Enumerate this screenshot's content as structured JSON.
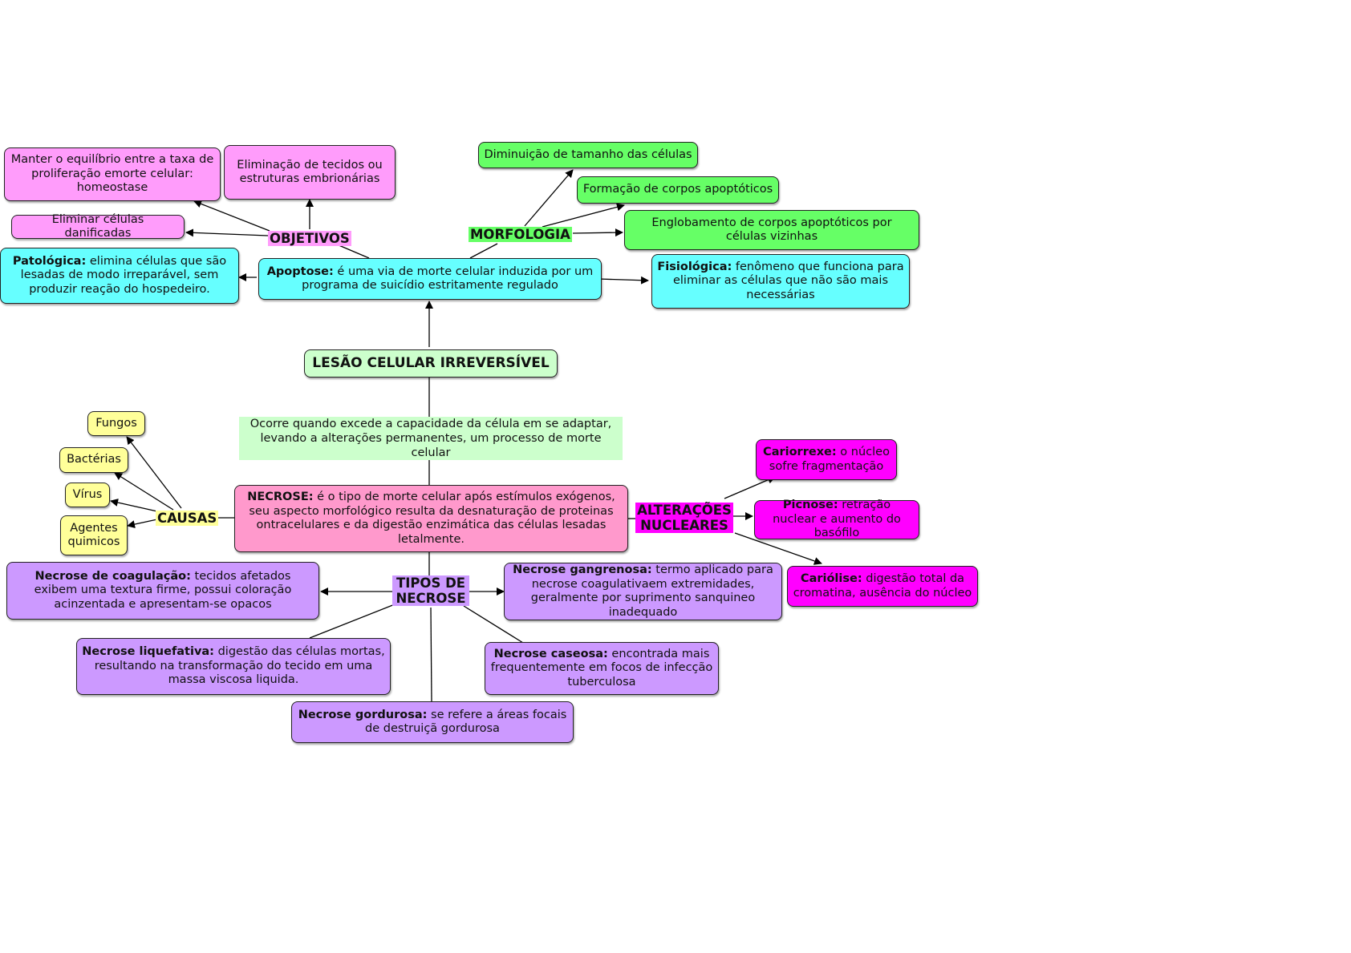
{
  "central": {
    "title": "LESÃO CELULAR IRREVERSÍVEL"
  },
  "link_text": "Ocorre quando excede a capacidade da célula em se adaptar, levando a alterações permanentes, um processo de morte celular",
  "apoptose": {
    "term": "Apoptose:",
    "desc": "é uma via de morte celular induzida por um programa de suicídio estritamente regulado",
    "patologica": {
      "term": "Patológica:",
      "desc": "elimina células que são lesadas de modo irreparável, sem produzir reação do hospedeiro."
    },
    "fisiologica": {
      "term": "Fisiológica:",
      "desc": "fenômeno que funciona para eliminar as células que não são mais necessárias"
    },
    "objetivos": {
      "label": "OBJETIVOS",
      "items": [
        "Manter o equilíbrio entre a taxa de proliferação emorte celular: homeostase",
        "Eliminação de tecidos ou estruturas embrionárias",
        "Eliminar células danificadas"
      ]
    },
    "morfologia": {
      "label": "MORFOLOGIA",
      "items": [
        "Diminuição de tamanho das células",
        "Formação de corpos apoptóticos",
        "Englobamento de corpos apoptóticos por células vizinhas"
      ]
    }
  },
  "necrose": {
    "term": "NECROSE:",
    "desc": "é o tipo de morte celular após estímulos exógenos, seu aspecto morfológico resulta da desnaturação de proteinas ontracelulares e da digestão enzimática das células lesadas letalmente.",
    "causas": {
      "label": "CAUSAS",
      "items": [
        "Fungos",
        "Bactérias",
        "Vírus",
        "Agentes quimicos"
      ]
    },
    "alteracoes": {
      "label": "ALTERAÇÕES NUCLEARES",
      "items": [
        {
          "term": "Cariorrexe:",
          "desc": "o núcleo sofre fragmentação"
        },
        {
          "term": "Picnose:",
          "desc": "retração nuclear e aumento do basófilo"
        },
        {
          "term": "Cariólise:",
          "desc": "digestão total da cromatina, ausência do núcleo"
        }
      ]
    },
    "tipos": {
      "label": "TIPOS DE NECROSE",
      "items": [
        {
          "term": "Necrose de coagulação:",
          "desc": "tecidos afetados exibem uma textura firme, possui coloração acinzentada e apresentam-se opacos"
        },
        {
          "term": "Necrose gangrenosa:",
          "desc": "termo aplicado para necrose coagulativaem extremidades, geralmente por suprimento sanquineo inadequado"
        },
        {
          "term": "Necrose liquefativa:",
          "desc": "digestão das células mortas, resultando na transformação do tecido em uma massa viscosa liquida."
        },
        {
          "term": "Necrose caseosa:",
          "desc": "encontrada mais frequentemente em focos de infecção tuberculosa"
        },
        {
          "term": "Necrose gordurosa:",
          "desc": "se refere a áreas focais de destruiçã gordurosa"
        }
      ]
    }
  },
  "colors": {
    "objetivos": "#ff9cfb",
    "morfologia": "#66ff66",
    "apoptose": "#66ffff",
    "central": "#ccffcc",
    "causas": "#ffff99",
    "necrose": "#ff99cc",
    "alteracoes": "#ff00ff",
    "tipos": "#cc99ff"
  }
}
